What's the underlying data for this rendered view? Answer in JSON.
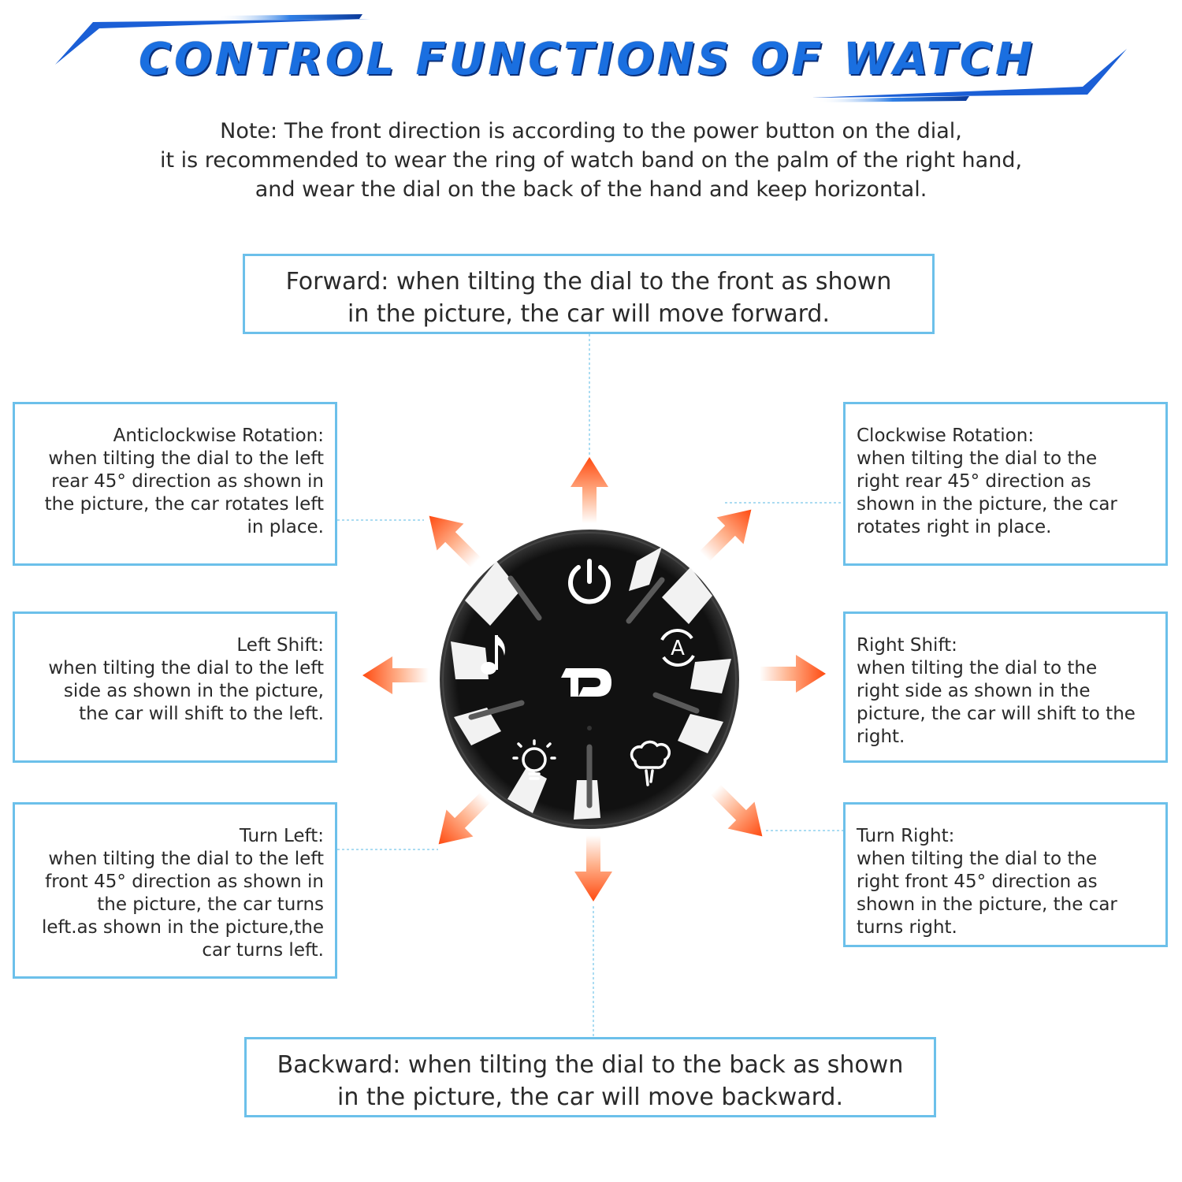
{
  "title": "CONTROL FUNCTIONS OF WATCH",
  "note": [
    "Note: The front direction is according to the power button on the dial,",
    "it is recommended to wear the ring of watch band on the palm of the right hand,",
    "and wear the dial on the back of the hand and keep horizontal."
  ],
  "forward": [
    "Forward: when tilting the dial to the front as shown",
    "in the picture, the car will move forward."
  ],
  "backward": [
    "Backward: when tilting the dial to the back as shown",
    "in the picture, the car will move backward."
  ],
  "anticlockwise": [
    "Anticlockwise Rotation:",
    "when tilting the dial to the left",
    "rear 45° direction as shown in",
    "the picture, the car rotates left",
    "in place."
  ],
  "clockwise": [
    "Clockwise Rotation:",
    "when tilting the dial to the",
    "right rear 45° direction as",
    "shown in the picture, the car",
    "rotates right in place."
  ],
  "left_shift": [
    "Left Shift:",
    "when tilting the dial to the left",
    "side as shown in the picture,",
    "the car will shift to the left."
  ],
  "right_shift": [
    "Right Shift:",
    "when tilting the dial to the",
    "right side as shown in the",
    "picture, the car will shift to the",
    "right."
  ],
  "turn_left": [
    "Turn Left:",
    "when tilting the dial to the left",
    "front 45° direction as shown in",
    "the picture, the car turns",
    "left.as shown in the picture,the",
    "car turns left."
  ],
  "turn_right": [
    "Turn Right:",
    "when tilting the dial to the",
    "right front 45° direction as",
    "shown in the picture, the car",
    "turns right."
  ],
  "dial": {
    "icons": [
      "power-icon",
      "auto-mode-icon",
      "spray-icon",
      "light-icon",
      "music-icon",
      "logo-icon"
    ],
    "logo_text": "D"
  },
  "colors": {
    "box_border": "#6cc0ea",
    "arrow": "#ff5a1a",
    "title": "#1a6fe0",
    "leader_line": "#8fd0ee"
  }
}
